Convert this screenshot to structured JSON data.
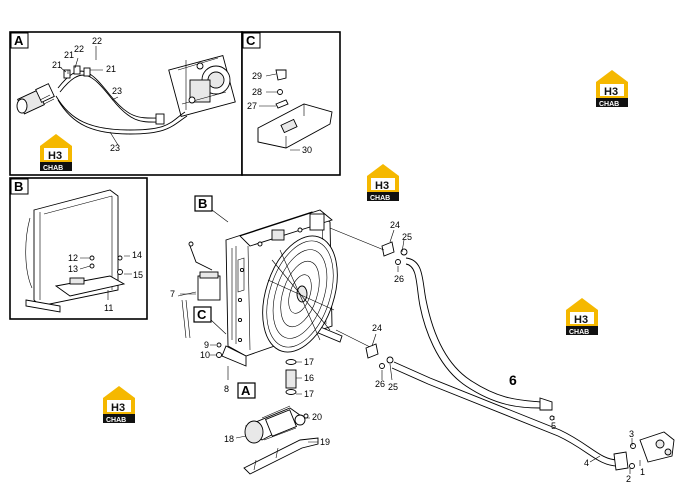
{
  "panels": {
    "A": {
      "label": "A",
      "callouts": [
        "22",
        "21",
        "22",
        "21",
        "21",
        "23",
        "23"
      ]
    },
    "C": {
      "label": "C",
      "callouts": [
        "29",
        "28",
        "27",
        "30"
      ]
    },
    "B": {
      "label": "B",
      "callouts": [
        "12",
        "13",
        "14",
        "15",
        "11"
      ]
    }
  },
  "main": {
    "markers": [
      "B",
      "C",
      "A"
    ],
    "callouts": [
      "24",
      "25",
      "26",
      "7",
      "9",
      "10",
      "8",
      "17",
      "16",
      "17",
      "24",
      "26",
      "25",
      "6",
      "5",
      "20",
      "18",
      "19",
      "3",
      "2",
      "4",
      "1"
    ]
  },
  "watermark": {
    "top": "H3",
    "bottom": "CHAB",
    "accent_color": "#f5b800"
  }
}
